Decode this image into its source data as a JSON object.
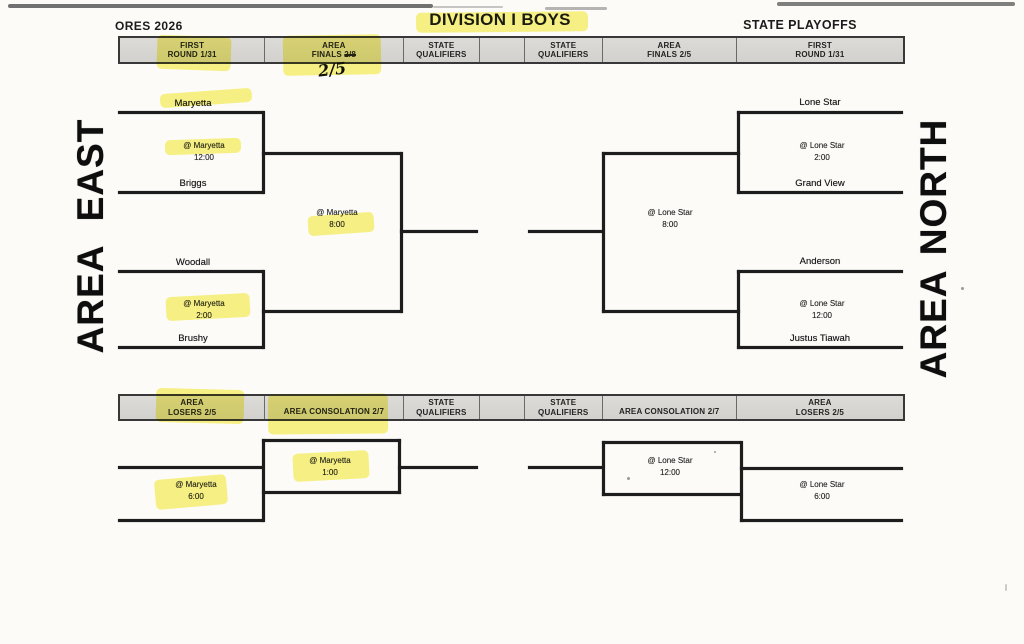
{
  "header": {
    "left": "ORES 2026",
    "center": "DIVISION I BOYS",
    "right": "STATE PLAYOFFS"
  },
  "handwritten_date": "2/5",
  "round_header_top": [
    {
      "line1": "FIRST",
      "line2": "ROUND 1/31"
    },
    {
      "line1": "AREA",
      "line2_prefix": "FINALS",
      "line2_struck": "2/8"
    },
    {
      "line1": "STATE",
      "line2": "QUALIFIERS"
    },
    {
      "line1": "",
      "line2": ""
    },
    {
      "line1": "STATE",
      "line2": "QUALIFIERS"
    },
    {
      "line1": "AREA",
      "line2": "FINALS 2/5"
    },
    {
      "line1": "FIRST",
      "line2": "ROUND 1/31"
    }
  ],
  "round_header_bottom": [
    {
      "line1": "AREA",
      "line2": "LOSERS 2/5"
    },
    {
      "single": "AREA CONSOLATION 2/7"
    },
    {
      "line1": "STATE",
      "line2": "QUALIFIERS"
    },
    {
      "line1": "",
      "line2": ""
    },
    {
      "line1": "STATE",
      "line2": "QUALIFIERS"
    },
    {
      "single": "AREA CONSOLATION 2/7"
    },
    {
      "line1": "AREA",
      "line2": "LOSERS 2/5"
    }
  ],
  "east": {
    "area_label": "AREA",
    "region_label": "EAST",
    "teams": [
      "Maryetta",
      "Briggs",
      "Woodall",
      "Brushy"
    ],
    "games": {
      "semi_top": {
        "venue": "@ Maryetta",
        "time": "12:00"
      },
      "semi_bottom": {
        "venue": "@ Maryetta",
        "time": "2:00"
      },
      "final": {
        "venue": "@ Maryetta",
        "time": "8:00"
      },
      "losers": {
        "venue": "@ Maryetta",
        "time": "6:00"
      },
      "consolation": {
        "venue": "@ Maryetta",
        "time": "1:00"
      }
    }
  },
  "north": {
    "area_label": "AREA",
    "region_label": "NORTH",
    "teams": [
      "Lone Star",
      "Grand View",
      "Anderson",
      "Justus Tiawah"
    ],
    "games": {
      "semi_top": {
        "venue": "@ Lone Star",
        "time": "2:00"
      },
      "semi_bottom": {
        "venue": "@ Lone Star",
        "time": "12:00"
      },
      "final": {
        "venue": "@ Lone Star",
        "time": "8:00"
      },
      "consolation": {
        "venue": "@ Lone Star",
        "time": "12:00"
      },
      "losers": {
        "venue": "@ Lone Star",
        "time": "6:00"
      }
    }
  },
  "highlight_color": "#f6ee3e"
}
